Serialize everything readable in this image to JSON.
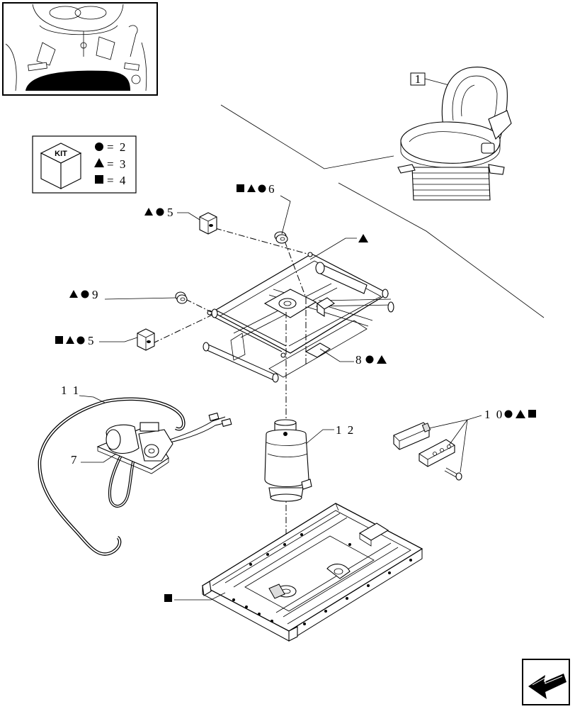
{
  "kit_box": {
    "title": "KIT",
    "entries": [
      {
        "symbol": "circle",
        "value": "= 2"
      },
      {
        "symbol": "triangle",
        "value": "= 3"
      },
      {
        "symbol": "square",
        "value": "= 4"
      }
    ]
  },
  "seat_callout": "1",
  "callouts": {
    "c6": "6",
    "c5_top": "5",
    "c9": "9",
    "c5_bottom": "5",
    "c8": "8",
    "c11": "1 1",
    "c7": "7",
    "c12": "1 2",
    "c10": "1 0"
  },
  "colors": {
    "ink": "#000000",
    "paper": "#ffffff",
    "shade": "#dddddd"
  },
  "icons": {
    "nav": "previous-page-arrow-icon",
    "kit": "kit-cube-icon"
  }
}
